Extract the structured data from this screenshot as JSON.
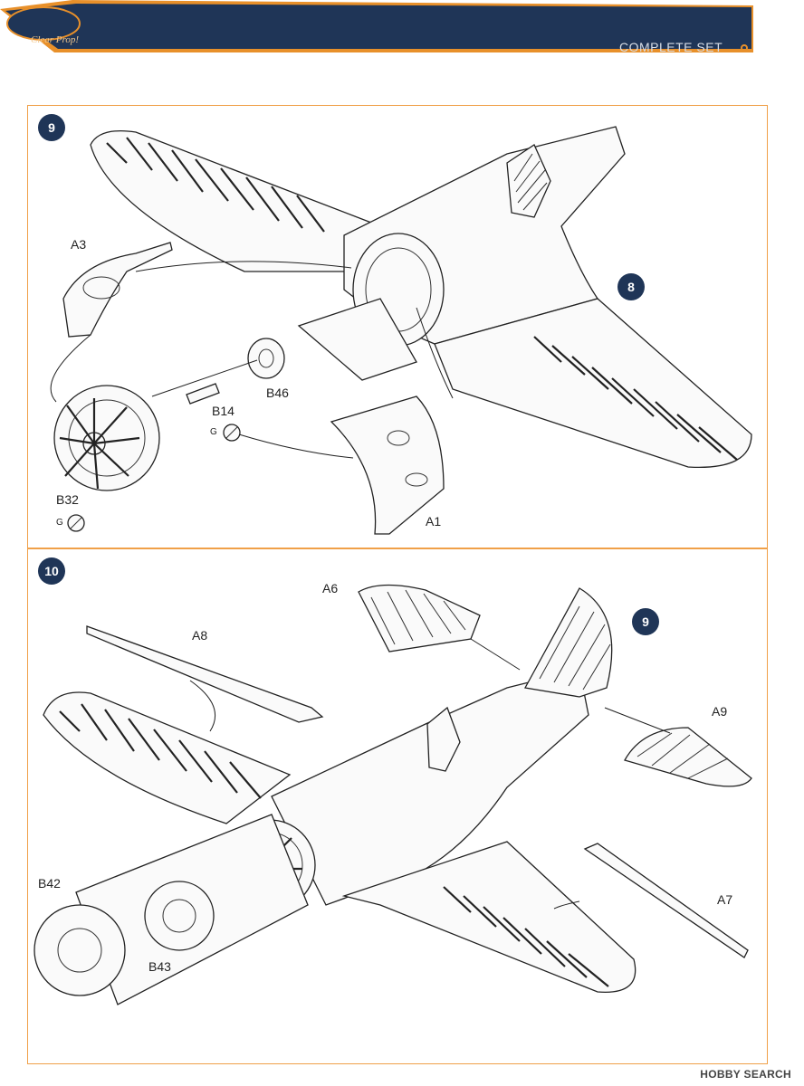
{
  "header": {
    "title": "COMPLETE SET",
    "logo_text": "Clear Prop!",
    "band_color": "#1f3557",
    "accent_color": "#e8902a"
  },
  "steps": [
    {
      "number": "9",
      "reference_step": "8",
      "parts": [
        "A3",
        "B46",
        "B14",
        "B32",
        "A1"
      ],
      "sprue_marks": [
        "G",
        "G"
      ]
    },
    {
      "number": "10",
      "reference_step": "9",
      "parts": [
        "A6",
        "A8",
        "A9",
        "A7",
        "B42",
        "B43"
      ]
    }
  ],
  "footer": {
    "brand": "HOBBY SEARCH"
  }
}
